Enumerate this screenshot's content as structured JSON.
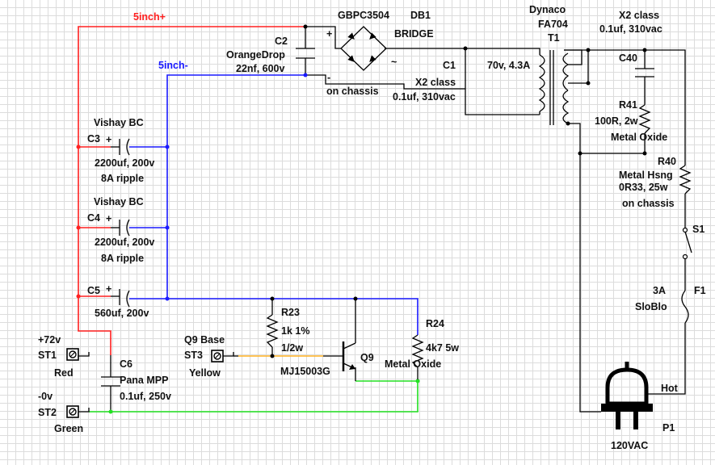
{
  "nets": {
    "plus": "5inch+",
    "minus": "5inch-"
  },
  "components": {
    "c2": {
      "ref": "C2",
      "line1": "OrangeDrop",
      "line2": "22nf, 600v"
    },
    "db1": {
      "part": "GBPC3504",
      "ref": "DB1",
      "type": "BRIDGE",
      "plus": "+",
      "minus": "-",
      "ac": "~",
      "note": "on chassis"
    },
    "c1": {
      "ref": "C1",
      "line1": "X2 class",
      "line2": "0.1uf, 310vac"
    },
    "t1": {
      "brand": "Dynaco",
      "model": "FA704",
      "ref": "T1",
      "rating": "70v, 4.3A"
    },
    "c40": {
      "line1": "X2 class",
      "line2": "0.1uf, 310vac",
      "ref": "C40"
    },
    "r41": {
      "ref": "R41",
      "value": "100R, 2w",
      "type": "Metal Oxide"
    },
    "r40": {
      "ref": "R40",
      "line1": "Metal Hsng",
      "line2": "0R33, 25w",
      "line3": "on chassis"
    },
    "s1": {
      "ref": "S1"
    },
    "f1": {
      "value": "3A",
      "type": "SloBlo",
      "ref": "F1"
    },
    "p1": {
      "label": "Hot",
      "ref": "P1",
      "value": "120VAC"
    },
    "c3": {
      "brand": "Vishay BC",
      "ref": "C3",
      "value": "2200uf, 200v",
      "ripple": "8A ripple",
      "plus": "+"
    },
    "c4": {
      "brand": "Vishay BC",
      "ref": "C4",
      "value": "2200uf, 200v",
      "ripple": "8A ripple",
      "plus": "+"
    },
    "c5": {
      "ref": "C5",
      "value": "560uf, 200v",
      "plus": "+"
    },
    "r23": {
      "ref": "R23",
      "value": "1k 1%",
      "power": "1/2w"
    },
    "r24": {
      "ref": "R24",
      "value": "4k7 5w",
      "type": "Metal Oxide"
    },
    "q9": {
      "ref": "Q9",
      "part": "MJ15003G"
    },
    "st1": {
      "ref": "ST1",
      "voltage": "+72v",
      "color": "Red"
    },
    "st2": {
      "ref": "ST2",
      "voltage": "-0v",
      "color": "Green"
    },
    "st3": {
      "ref": "ST3",
      "name": "Q9 Base",
      "color": "Yellow"
    },
    "c6": {
      "ref": "C6",
      "line1": "Pana MPP",
      "line2": "0.1uf, 250v"
    }
  },
  "wire_colors": {
    "positive": "#ff2020",
    "negative": "#1a1aff",
    "ground": "#22e022",
    "base": "#ffb020"
  }
}
